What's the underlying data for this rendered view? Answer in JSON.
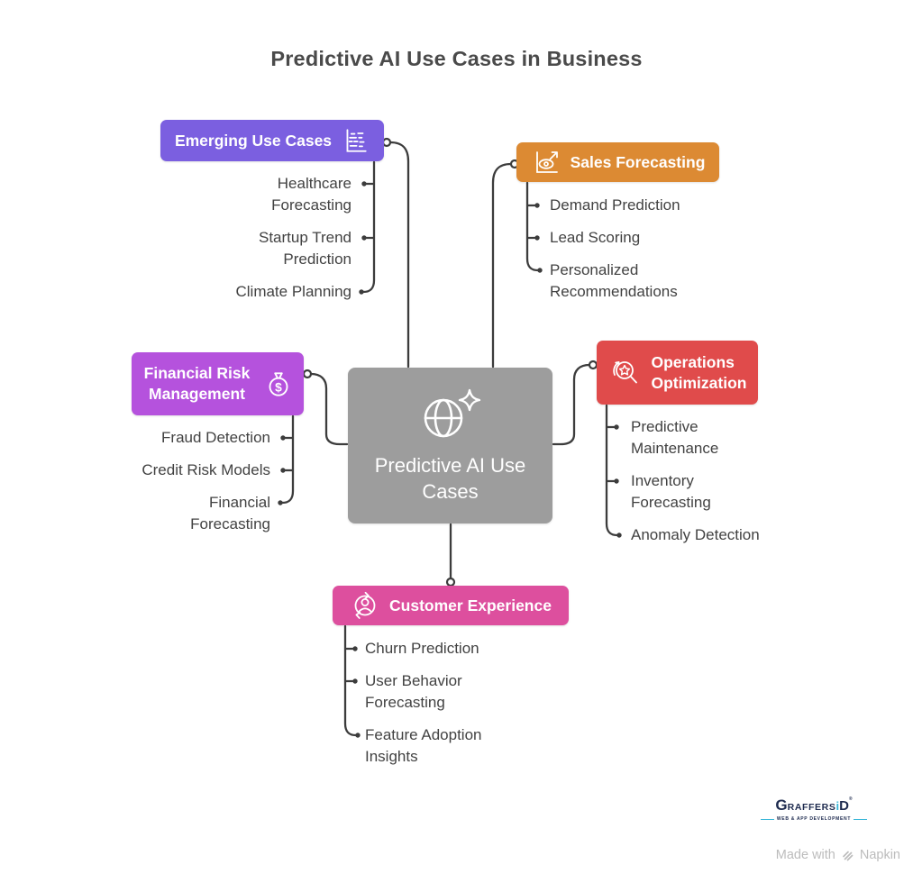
{
  "title": "Predictive AI Use Cases in Business",
  "center": {
    "label": "Predictive AI Use Cases",
    "color": "#9D9D9D",
    "icon": "globe-sparkle-icon"
  },
  "branches": [
    {
      "label": "Emerging Use Cases",
      "color": "#7B5FE0",
      "icon": "trend-report-icon",
      "children": [
        "Healthcare Forecasting",
        "Startup Trend Prediction",
        "Climate Planning"
      ]
    },
    {
      "label": "Sales Forecasting",
      "color": "#DC8A33",
      "icon": "vision-chart-icon",
      "children": [
        "Demand Prediction",
        "Lead Scoring",
        "Personalized Recommendations"
      ]
    },
    {
      "label": "Financial Risk Management",
      "color": "#B552DD",
      "icon": "money-bag-icon",
      "children": [
        "Fraud Detection",
        "Credit Risk Models",
        "Financial Forecasting"
      ]
    },
    {
      "label": "Operations Optimization",
      "color": "#E04B4B",
      "icon": "search-star-icon",
      "children": [
        "Predictive Maintenance",
        "Inventory Forecasting",
        "Anomaly Detection"
      ]
    },
    {
      "label": "Customer Experience",
      "color": "#DD4F9E",
      "icon": "user-cycle-icon",
      "children": [
        "Churn Prediction",
        "User Behavior Forecasting",
        "Feature Adoption Insights"
      ]
    }
  ],
  "connector_color": "#3C3C3C",
  "footer": {
    "logo": {
      "g": "G",
      "raffers": "RAFFERS",
      "i": "i",
      "d": "D",
      "reg": "®",
      "tagline": "WEB & APP DEVELOPMENT"
    },
    "credit_prefix": "Made with",
    "credit_brand": "Napkin"
  }
}
